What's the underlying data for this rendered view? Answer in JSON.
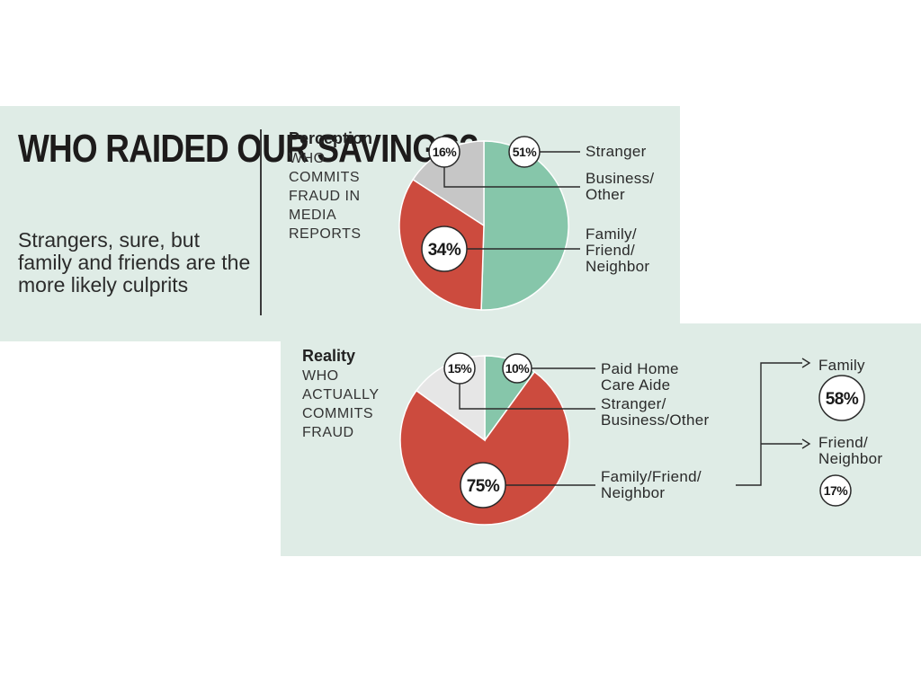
{
  "headline": "WHO RAIDED OUR SAVINGS?",
  "subhead": "Strangers, sure, but family and friends are the more likely culprits",
  "colors": {
    "green": "#86c6aa",
    "red": "#cc4b3e",
    "gray": "#c6c6c6",
    "light_gray": "#e6e6e6",
    "panel": "#dfece6"
  },
  "chart_data": [
    {
      "type": "pie",
      "title": "Perception",
      "subtitle": "WHO COMMITS FRAUD IN MEDIA REPORTS",
      "slices": [
        {
          "label": "Stranger",
          "value": 51,
          "display": "51%",
          "color": "#86c6aa"
        },
        {
          "label": "Family/ Friend/ Neighbor",
          "value": 34,
          "display": "34%",
          "color": "#cc4b3e"
        },
        {
          "label": "Business/ Other",
          "value": 16,
          "display": "16%",
          "color": "#c6c6c6"
        }
      ]
    },
    {
      "type": "pie",
      "title": "Reality",
      "subtitle": "WHO ACTUALLY COMMITS FRAUD",
      "slices": [
        {
          "label": "Paid Home Care Aide",
          "value": 10,
          "display": "10%",
          "color": "#86c6aa"
        },
        {
          "label": "Family/Friend/ Neighbor",
          "value": 75,
          "display": "75%",
          "color": "#cc4b3e"
        },
        {
          "label": "Stranger/ Business/Other",
          "value": 15,
          "display": "15%",
          "color": "#e6e6e6"
        }
      ],
      "breakdown": [
        {
          "label": "Family",
          "value": 58,
          "display": "58%"
        },
        {
          "label": "Friend/ Neighbor",
          "value": 17,
          "display": "17%"
        }
      ]
    }
  ]
}
